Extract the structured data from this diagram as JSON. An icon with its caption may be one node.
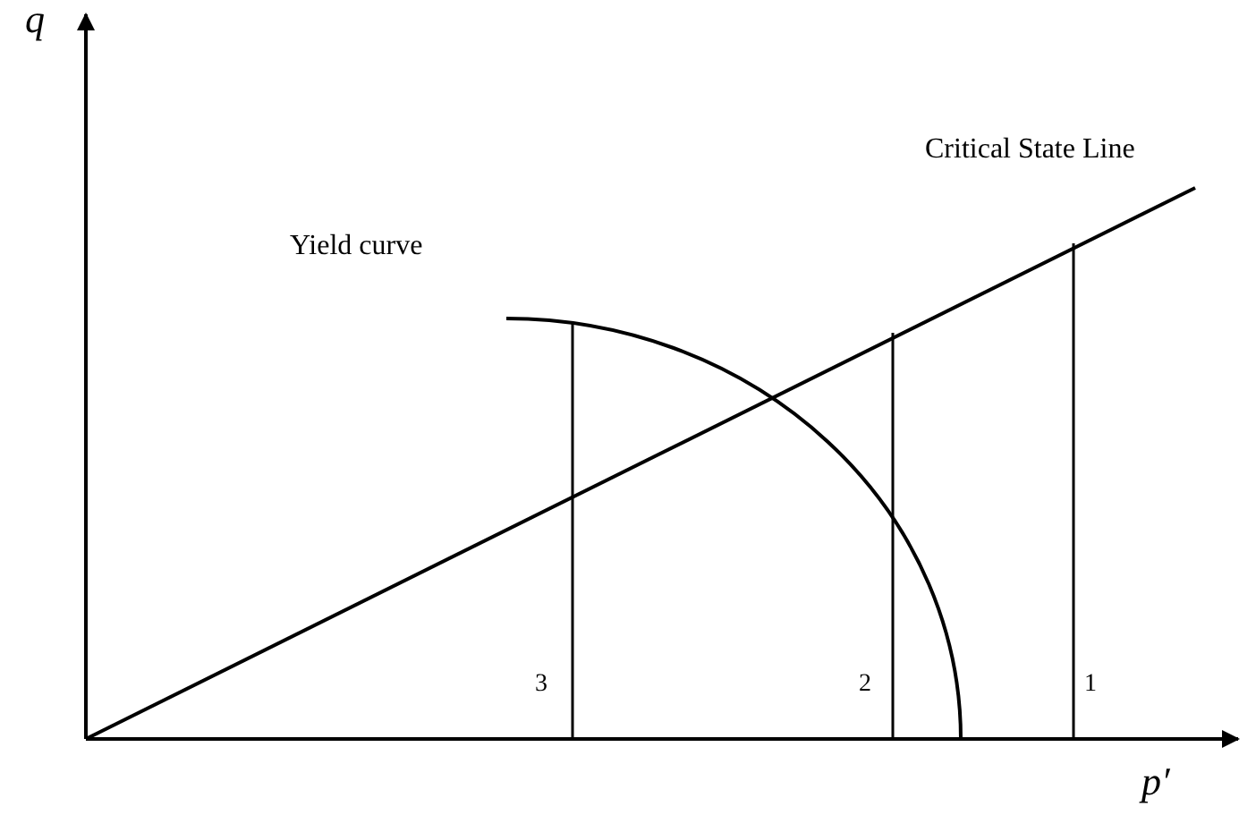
{
  "diagram": {
    "labels": [
      "q",
      "Critical State Line",
      "Yield curve",
      "3",
      "2",
      "1",
      "p′"
    ]
  }
}
